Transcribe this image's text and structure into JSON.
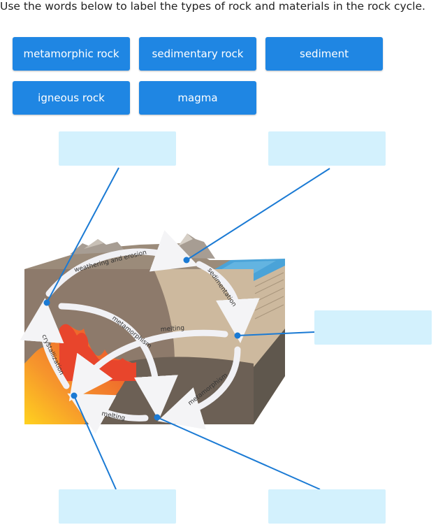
{
  "instruction": "Use the words below to label the types of rock and materials in the rock cycle.",
  "word_bank": [
    "metamorphic rock",
    "sedimentary rock",
    "sediment",
    "igneous rock",
    "magma"
  ],
  "diagram_labels": {
    "weathering": "weathering and erosion",
    "sedimentation": "sedimentation",
    "metamorphism_left": "metamorphism",
    "melting_top": "melting",
    "crystallization": "crystallization",
    "metamorphism_right": "metamorphism",
    "melting_bottom": "melting"
  },
  "colors": {
    "button": "#1f86e3",
    "drop_zone": "#d3f1fd",
    "pointer": "#1a7ad4",
    "magma": "#e8452c",
    "water": "#4aa3d8"
  }
}
